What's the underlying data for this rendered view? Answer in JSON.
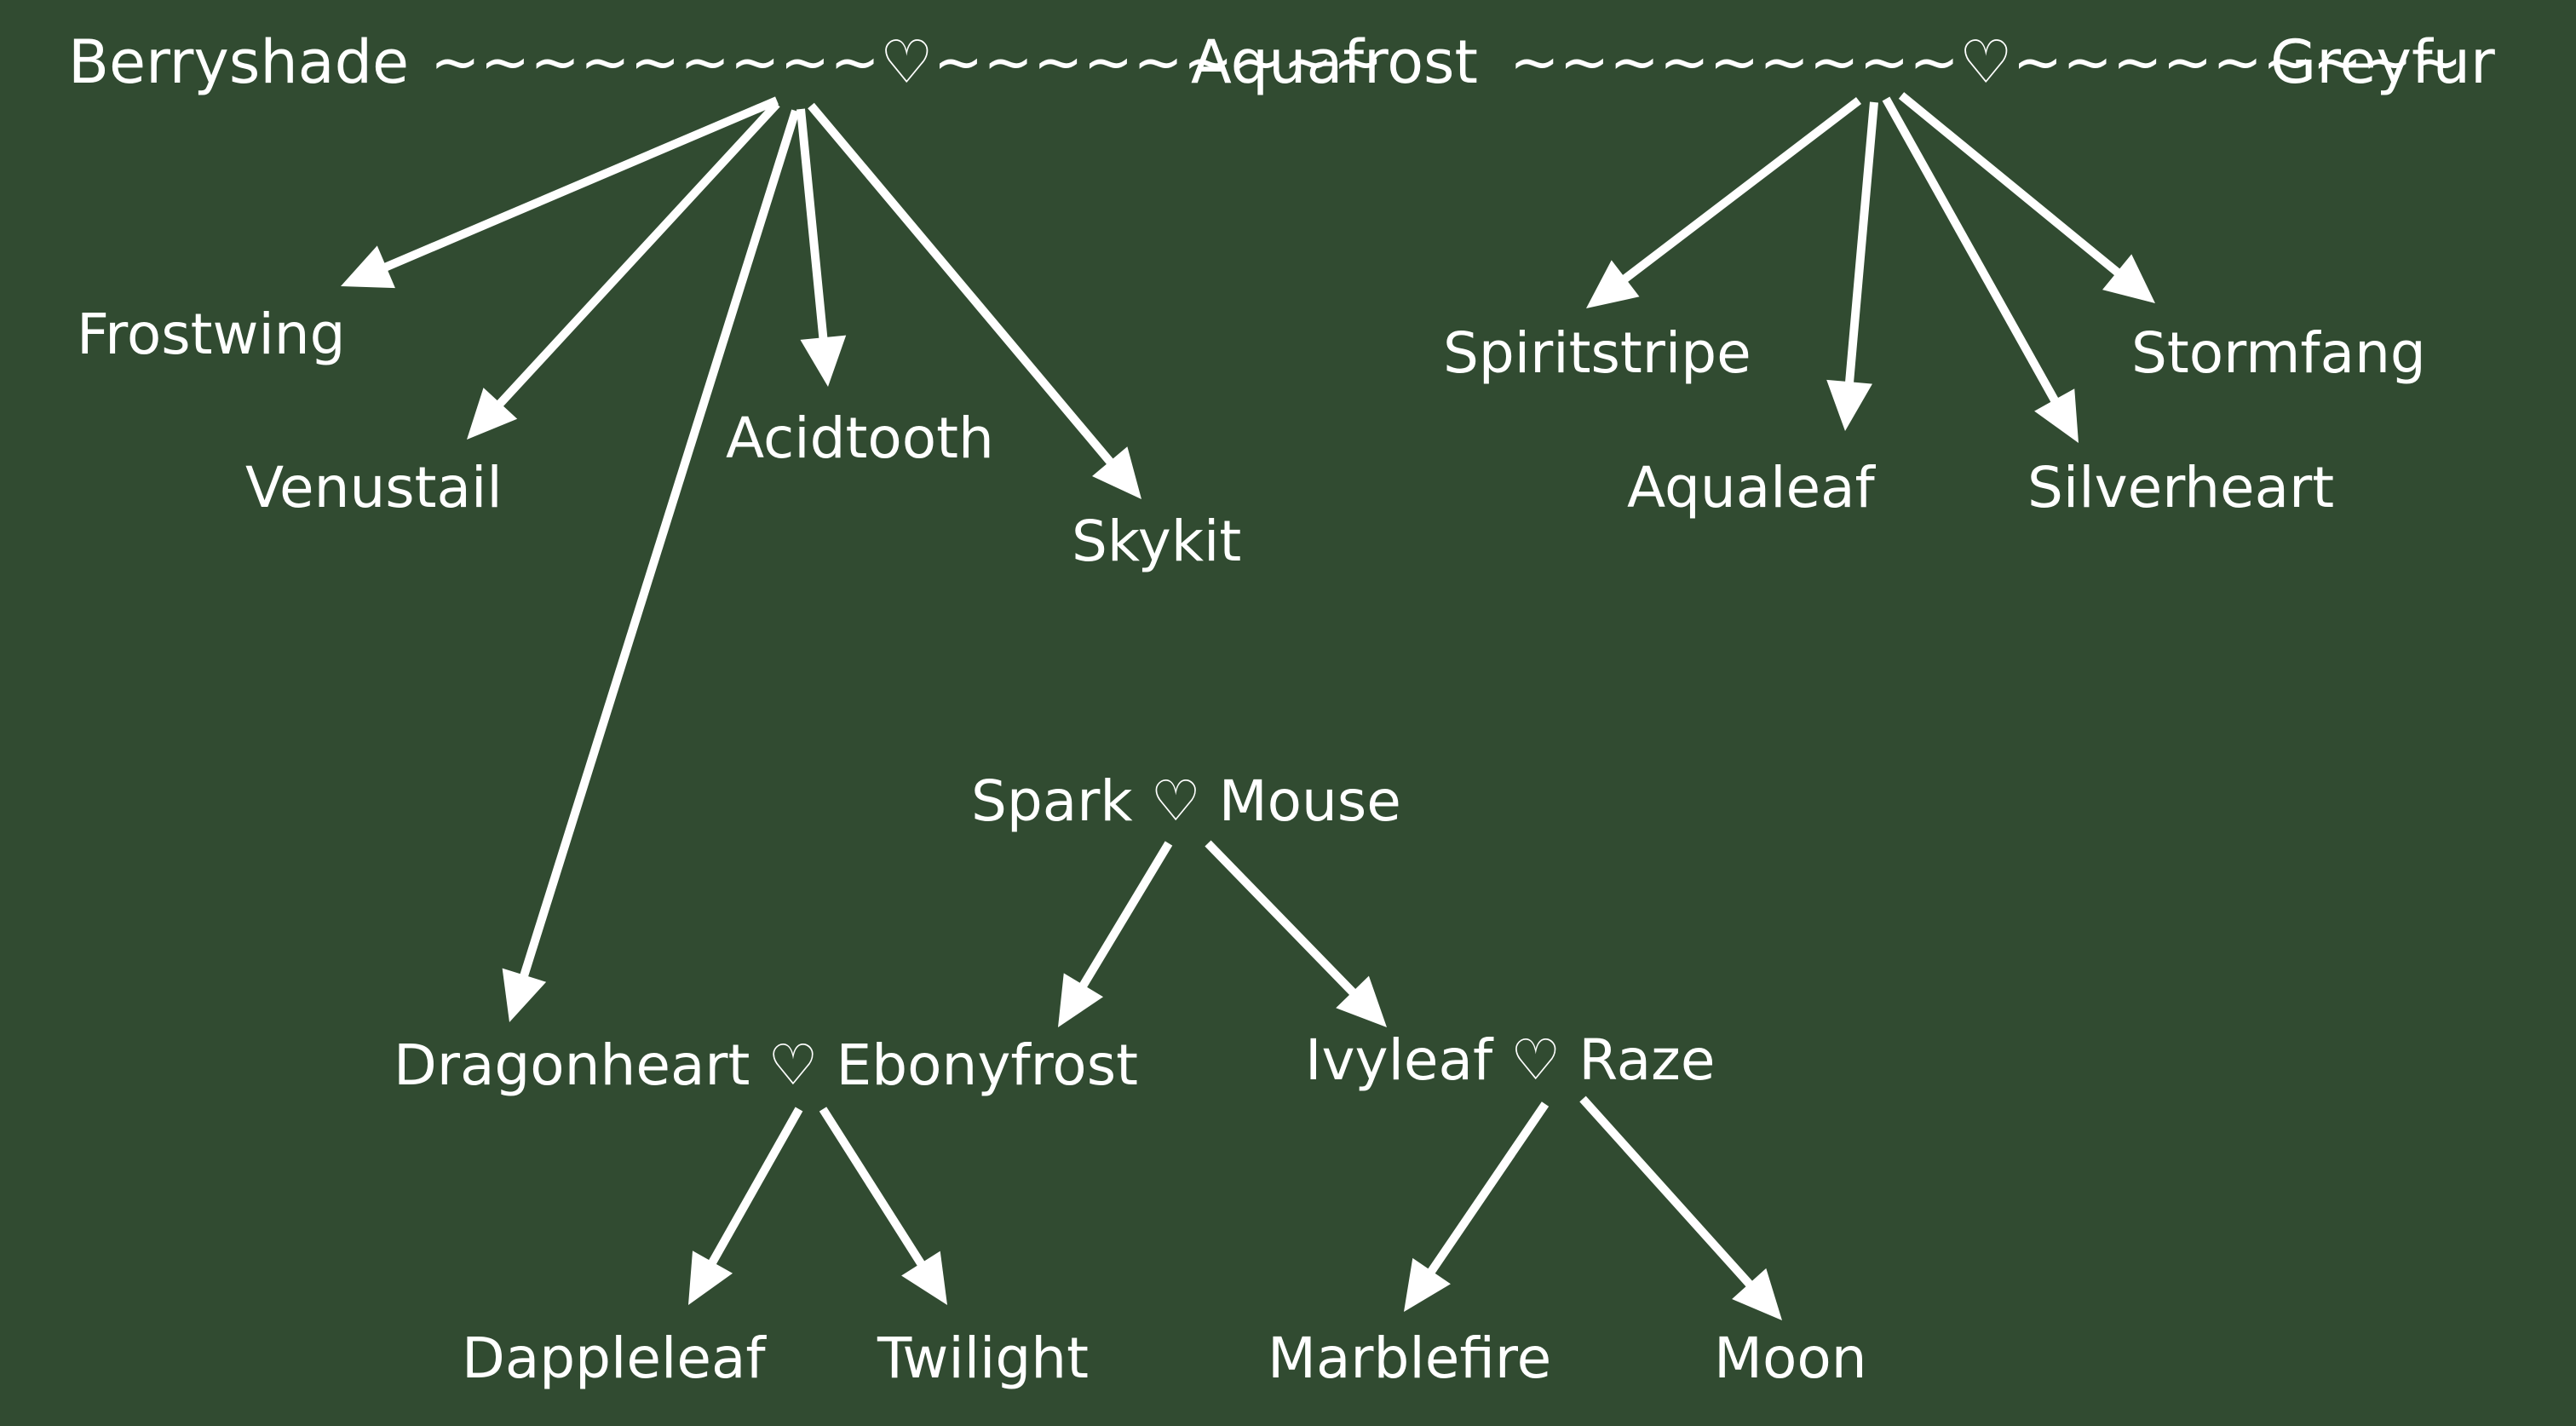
{
  "heart_symbol": "♡",
  "colors": {
    "background": "#314b31",
    "ink": "#ffffff"
  },
  "top_line": {
    "left": "Berryshade",
    "tilde_left": "~~~~~~~~~♡~~~~~~~~~",
    "center": "Aquafrost",
    "tilde_right": "~~~~~~~~~♡~~~~~~~~~",
    "right": "Greyfur"
  },
  "pairs": {
    "spark_mouse": "Spark ♡ Mouse",
    "dragonheart_ebonyfrost": "Dragonheart ♡ Ebonyfrost",
    "ivyleaf_raze": "Ivyleaf ♡ Raze"
  },
  "children_berryshade_aquafrost": [
    "Frostwing",
    "Venustail",
    "Acidtooth",
    "Skykit"
  ],
  "children_aquafrost_greyfur": [
    "Spiritstripe",
    "Aqualeaf",
    "Silverheart",
    "Stormfang"
  ],
  "children_dragonheart_ebonyfrost": [
    "Dappleleaf",
    "Twilight"
  ],
  "children_ivyleaf_raze": [
    "Marblefire",
    "Moon"
  ]
}
